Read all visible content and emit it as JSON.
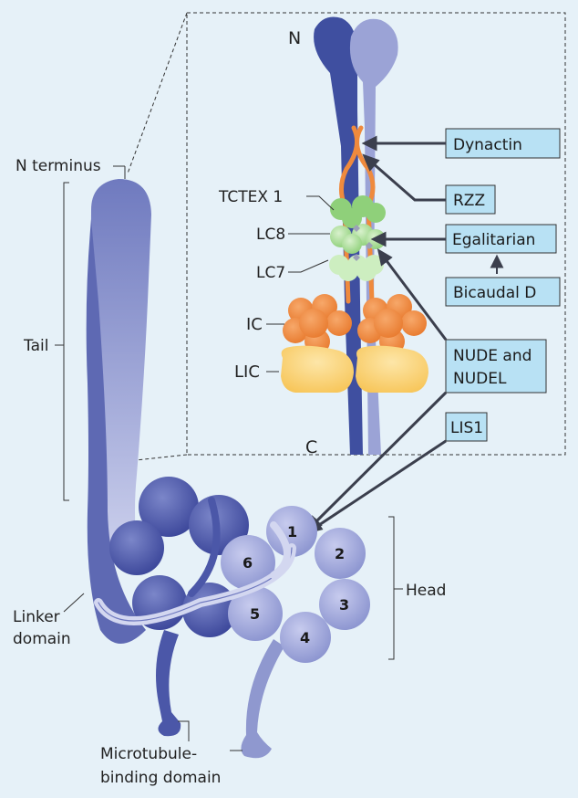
{
  "labels": {
    "n": "N",
    "c": "C",
    "n_terminus": "N terminus",
    "tail": "Tail",
    "head": "Head",
    "linker_domain_1": "Linker",
    "linker_domain_2": "domain",
    "mtbd_1": "Microtubule-",
    "mtbd_2": "binding domain",
    "tctex1": "TCTEX 1",
    "lc8": "LC8",
    "lc7": "LC7",
    "ic": "IC",
    "lic": "LIC"
  },
  "boxes": {
    "dynactin": "Dynactin",
    "rzz": "RZZ",
    "egalitarian": "Egalitarian",
    "bicaudal_d": "Bicaudal D",
    "nude_1": "NUDE and",
    "nude_2": "NUDEL",
    "lis1": "LIS1"
  },
  "head_domains": [
    "1",
    "2",
    "3",
    "4",
    "5",
    "6"
  ],
  "colors": {
    "background": "#e6f1f8",
    "chain_dark": "#3f4fa0",
    "chain_light": "#8f98cf",
    "intermediate_chain": "#ef8a3d",
    "light_chain_green": "#b9e3a6",
    "light_intermediate_chain": "#fbd57c",
    "box_fill": "#b8e1f4"
  }
}
